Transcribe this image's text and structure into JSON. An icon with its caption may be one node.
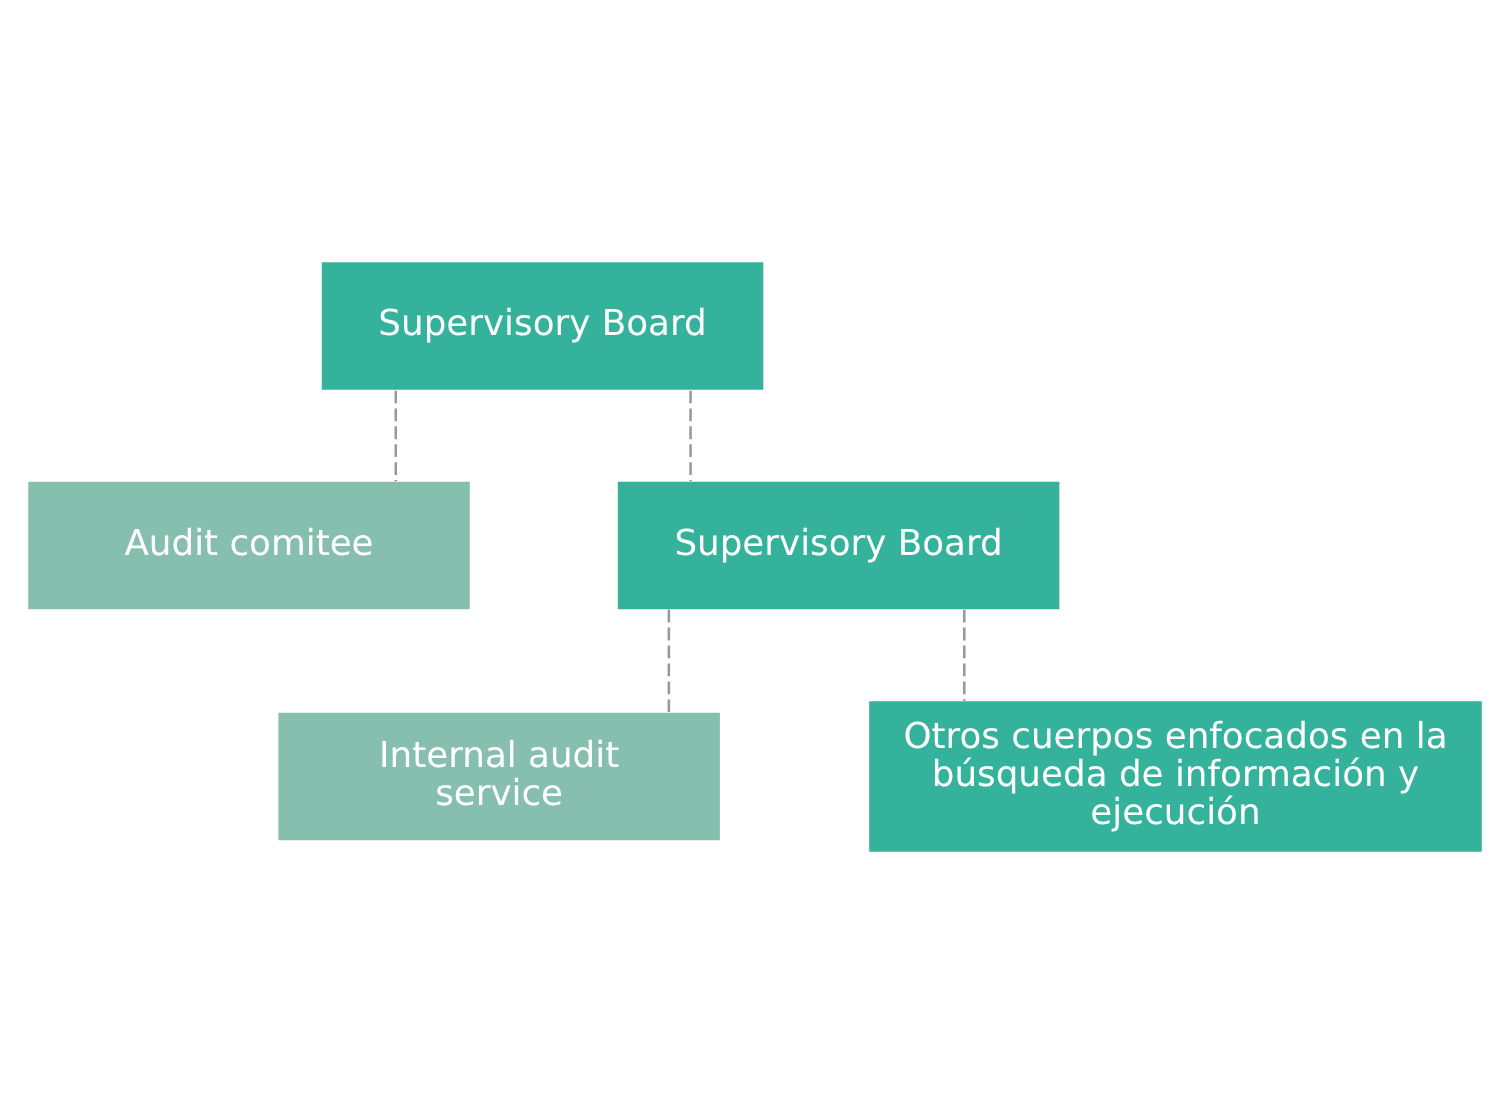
{
  "diagram": {
    "nodes": [
      {
        "text": [
          "Supervisory Board"
        ]
      },
      {
        "text": [
          "Audit comitee"
        ]
      },
      {
        "text": [
          "Supervisory Board"
        ]
      },
      {
        "text": [
          "Internal audit service"
        ]
      },
      {
        "text": [
          "Otros cuerpos enfocados en la búsqueda de información y ejecución"
        ]
      }
    ],
    "edges": [
      {
        "from": 0,
        "to": 1,
        "arrow": "none",
        "style": "dashed"
      },
      {
        "from": 0,
        "to": 2,
        "arrow": "none",
        "style": "dashed"
      },
      {
        "from": 2,
        "to": 3,
        "arrow": "none",
        "style": "dashed"
      },
      {
        "from": 2,
        "to": 4,
        "arrow": "none",
        "style": "dashed"
      }
    ]
  }
}
